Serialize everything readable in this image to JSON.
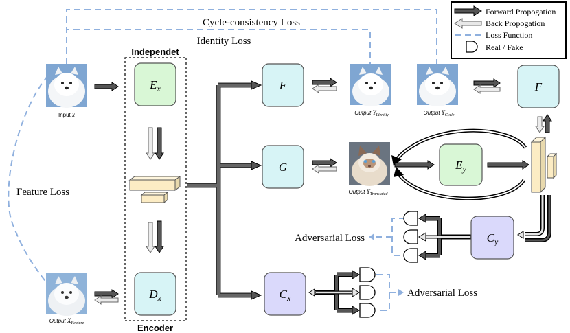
{
  "legend": {
    "forward": "Forward Propogation",
    "back": "Back Propogation",
    "loss": "Loss Function",
    "real_fake": "Real / Fake"
  },
  "losses": {
    "cycle": "Cycle-consistency Loss",
    "identity": "Identity Loss",
    "feature": "Feature Loss",
    "adversarial_y": "Adversarial Loss",
    "adversarial_x": "Adversarial Loss"
  },
  "encoder": {
    "top_label": "Independet",
    "bottom_label": "Encoder"
  },
  "modules": {
    "ex": {
      "main": "E",
      "sub": "x"
    },
    "dx": {
      "main": "D",
      "sub": "x"
    },
    "f1": {
      "main": "F",
      "sub": ""
    },
    "g": {
      "main": "G",
      "sub": ""
    },
    "cx": {
      "main": "C",
      "sub": "x"
    },
    "ey": {
      "main": "E",
      "sub": "y"
    },
    "f2": {
      "main": "F",
      "sub": ""
    },
    "cy": {
      "main": "C",
      "sub": "y"
    }
  },
  "images": {
    "input": {
      "label": "Input ",
      "var": "x",
      "sub": ""
    },
    "feature": {
      "label": "Output ",
      "var": "X",
      "sub": "Feature"
    },
    "identity": {
      "label": "Output ",
      "var": "Y",
      "sub": "Identity"
    },
    "cycle": {
      "label": "Output ",
      "var": "Y",
      "sub": "Cycle"
    },
    "translated": {
      "label": "Output ",
      "var": "Y",
      "sub": "Translated"
    }
  },
  "colors": {
    "forward": "#555555",
    "back": "#d8d8d8",
    "loss": "#8fb0de",
    "green": "#d9f7d6",
    "cyan": "#d7f4f6",
    "purple": "#dad9fb",
    "feature": "#fcecc4"
  }
}
